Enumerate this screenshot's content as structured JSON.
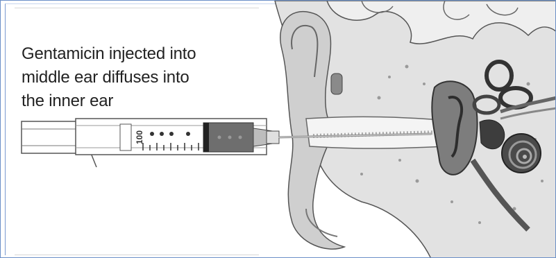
{
  "caption": {
    "line1": "Gentamicin injected into",
    "line2": "middle ear diffuses into",
    "line3": "the inner ear"
  },
  "syringe": {
    "volume_label": "100"
  },
  "colors": {
    "frame_border": "#6a8fc7",
    "drug_fill": "#6e6e6e",
    "ear_shade": "#c9c9c9",
    "inner_ear_dark": "#3d3d3d"
  }
}
